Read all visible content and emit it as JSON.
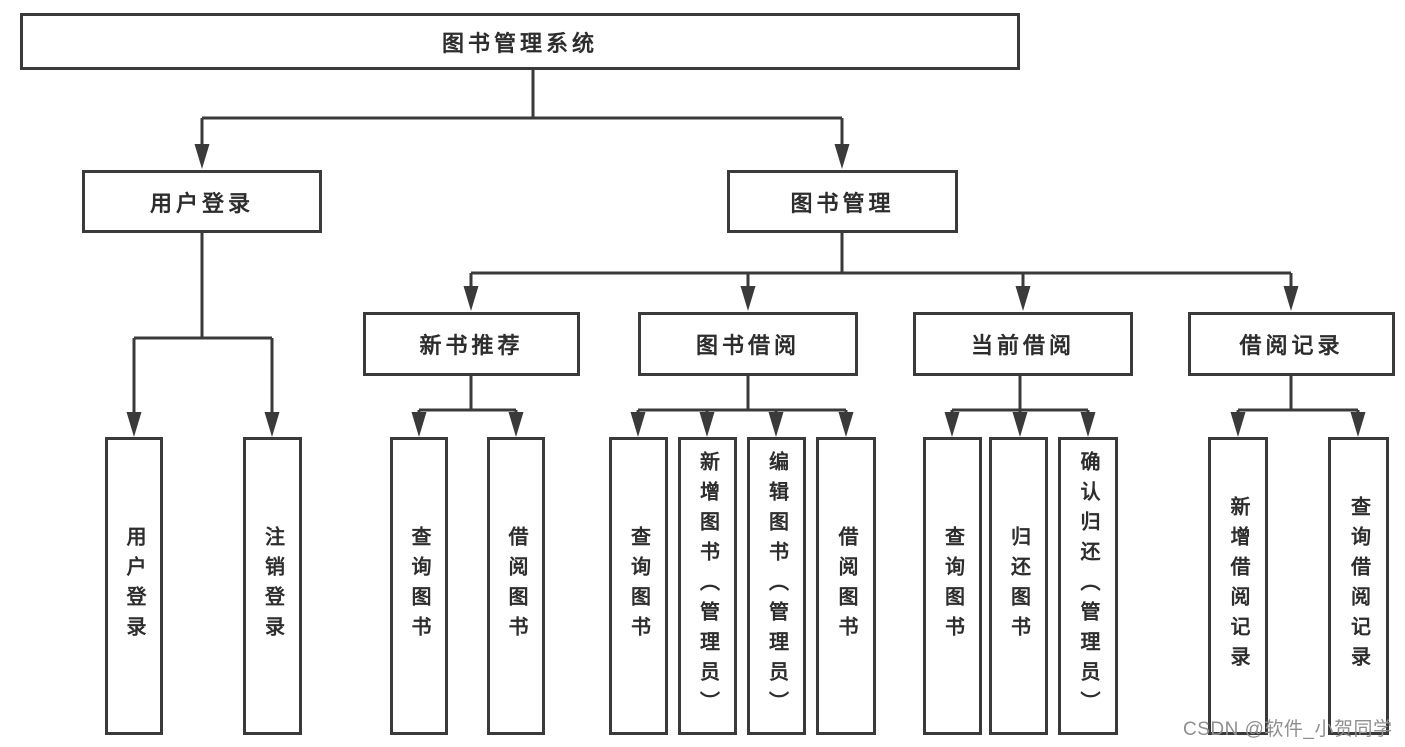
{
  "diagram": {
    "root": {
      "label": "图书管理系统"
    },
    "level2": [
      {
        "label": "用户登录"
      },
      {
        "label": "图书管理"
      }
    ],
    "level3": [
      {
        "label": "新书推荐"
      },
      {
        "label": "图书借阅"
      },
      {
        "label": "当前借阅"
      },
      {
        "label": "借阅记录"
      }
    ],
    "leaves": [
      {
        "label": "用户登录"
      },
      {
        "label": "注销登录"
      },
      {
        "label": "查询图书"
      },
      {
        "label": "借阅图书"
      },
      {
        "label": "查询图书"
      },
      {
        "label": "新增图书（管理员）"
      },
      {
        "label": "编辑图书（管理员）"
      },
      {
        "label": "借阅图书"
      },
      {
        "label": "查询图书"
      },
      {
        "label": "归还图书"
      },
      {
        "label": "确认归还（管理员）"
      },
      {
        "label": "新增借阅记录"
      },
      {
        "label": "查询借阅记录"
      }
    ]
  },
  "watermark": {
    "text": "CSDN @软件_小贺同学"
  },
  "colors": {
    "line": "#3a3a3a",
    "box_border": "#3a3a3a",
    "text": "#2d2d2d",
    "watermark": "#8f8f8f",
    "background": "#ffffff"
  }
}
